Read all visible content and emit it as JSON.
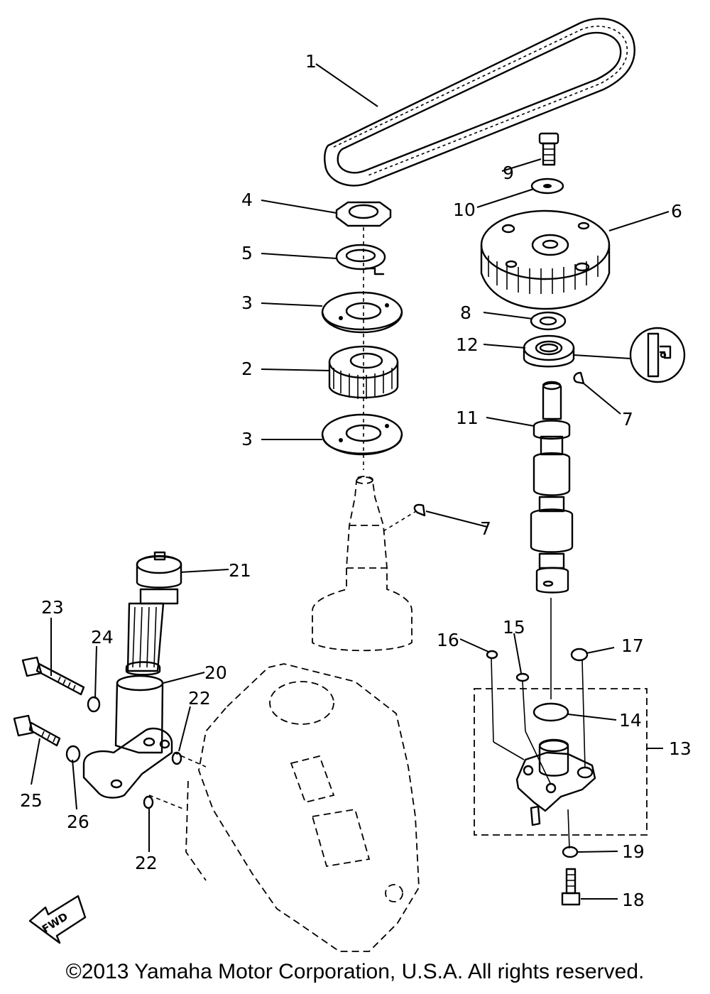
{
  "callouts": {
    "c1": "1",
    "c2": "2",
    "c3a": "3",
    "c3b": "3",
    "c4": "4",
    "c5": "5",
    "c6": "6",
    "c7a": "7",
    "c7b": "7",
    "c8": "8",
    "c9": "9",
    "c10": "10",
    "c11": "11",
    "c12": "12",
    "c13": "13",
    "c14": "14",
    "c15": "15",
    "c16": "16",
    "c17": "17",
    "c18": "18",
    "c19": "19",
    "c20": "20",
    "c21": "21",
    "c22a": "22",
    "c22b": "22",
    "c23": "23",
    "c24": "24",
    "c25": "25",
    "c26": "26"
  },
  "fwd_label": "FWD",
  "copyright": "©2013 Yamaha Motor Corporation, U.S.A. All rights reserved."
}
